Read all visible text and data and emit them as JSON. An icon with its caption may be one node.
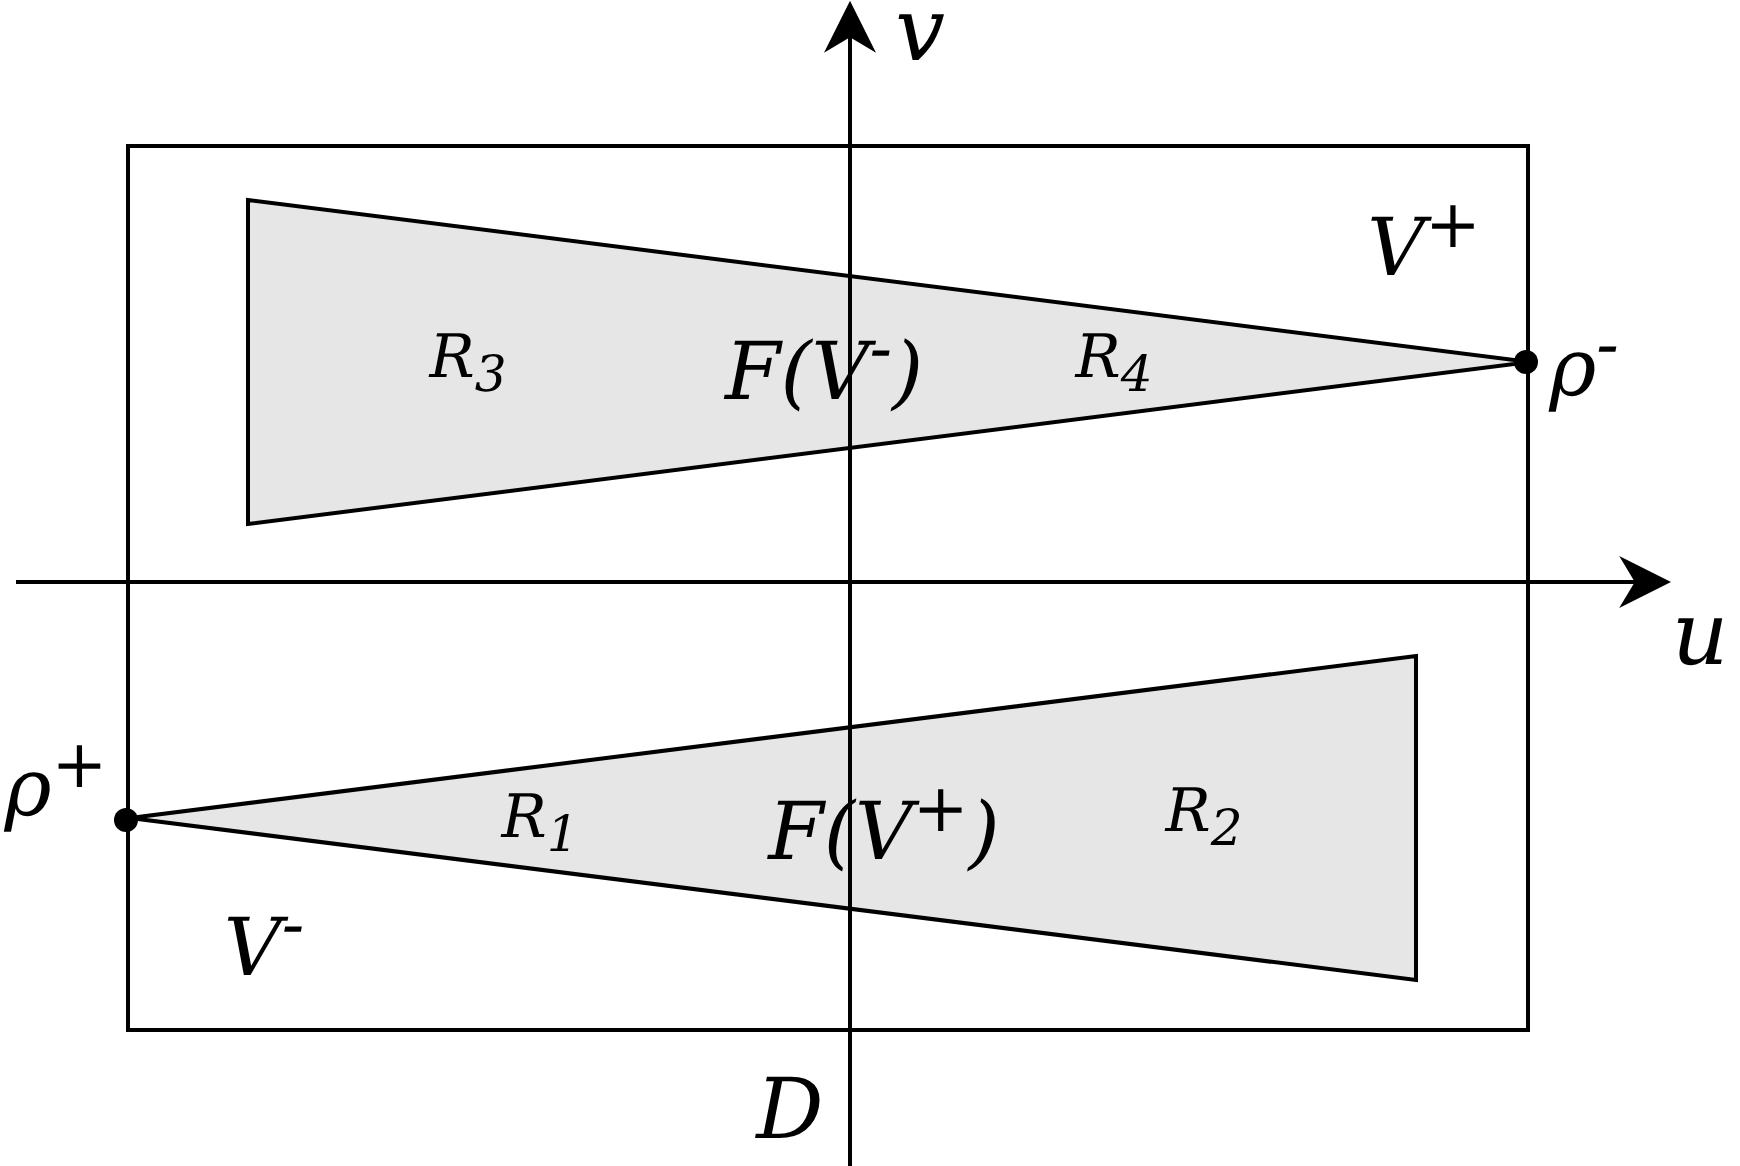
{
  "diagram": {
    "nodes": [
      {
        "text": [
          "D"
        ]
      },
      {
        "text": [
          "R$_{3}$",
          "F(V$^{-}$)",
          "R$_{4}$"
        ],
        "in": 0
      },
      {
        "text": [
          "R$_{1}$",
          "F(V$^{+}$)",
          "R$_{2}$"
        ],
        "in": 0
      }
    ],
    "labels": [
      "v",
      "V$^{+}$",
      "ρ$^{-}$",
      "u",
      "ρ$^{+}$",
      "V$^{-}$"
    ]
  }
}
